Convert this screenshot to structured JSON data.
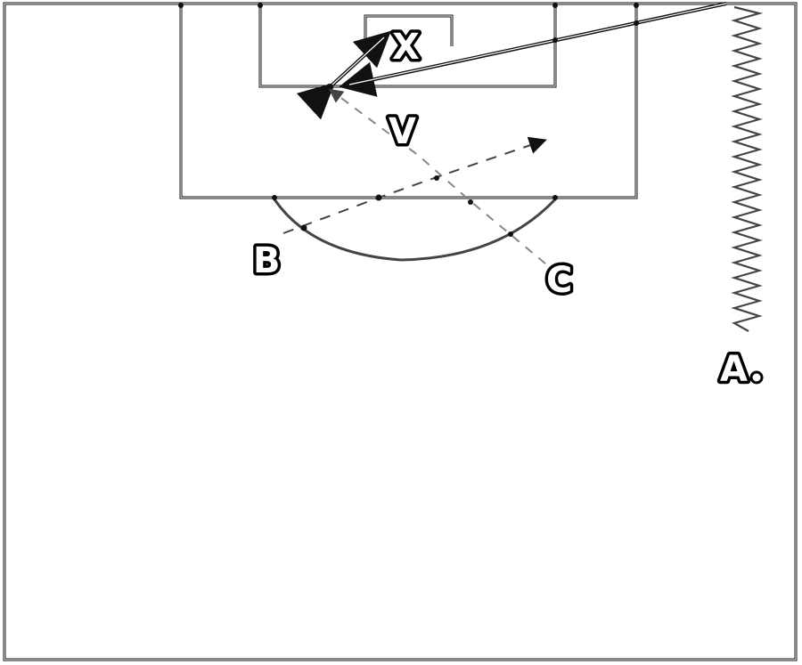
{
  "labels": {
    "x": "X",
    "v": "V",
    "b": "B",
    "c": "C",
    "a": "A"
  },
  "colors": {
    "background": "#ffffff",
    "lines": "#111111",
    "dashed": "#555555"
  }
}
